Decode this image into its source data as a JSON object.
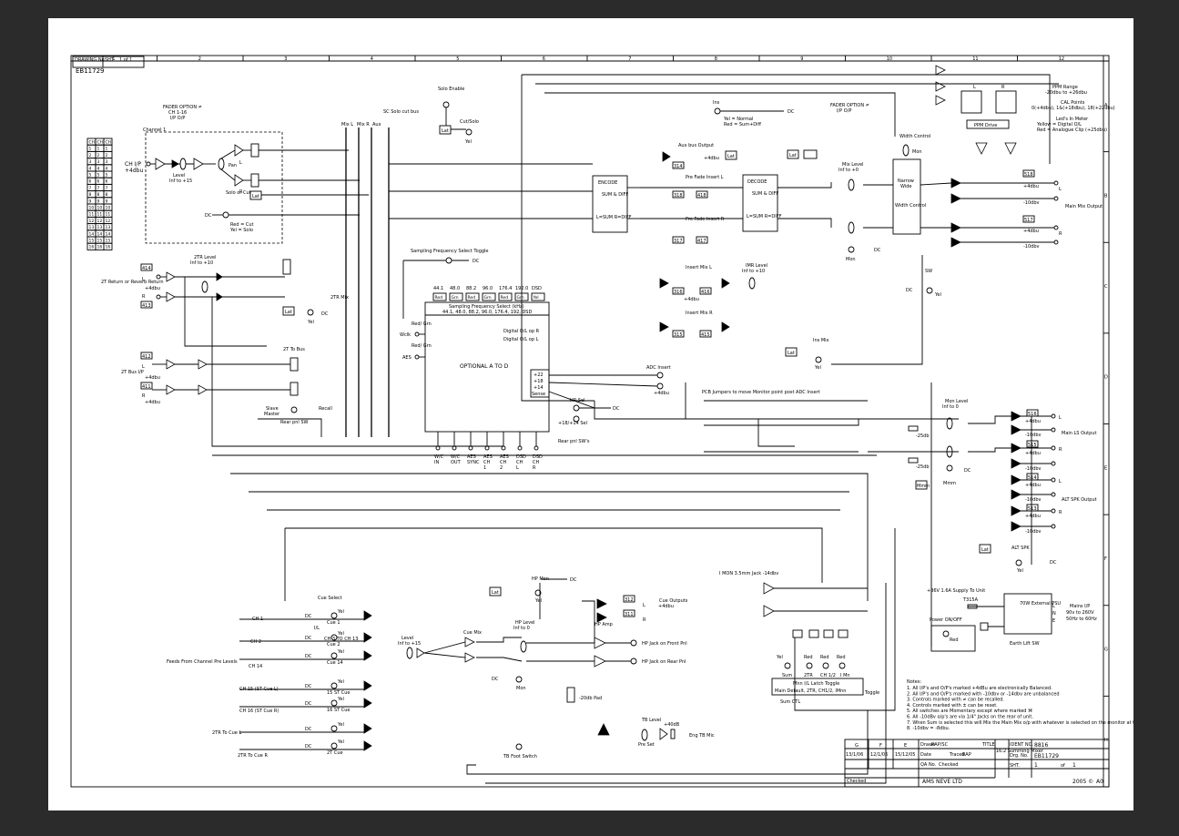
{
  "drawing": {
    "number_label": "DRAWING No.",
    "sheet_label": "SHT",
    "sheet_value": "1 of 1",
    "number": "EB11729"
  },
  "grid": {
    "columns": [
      "1",
      "2",
      "3",
      "4",
      "5",
      "6",
      "7",
      "8",
      "9",
      "10",
      "11",
      "12"
    ],
    "rows": [
      "A",
      "B",
      "C",
      "D",
      "E",
      "F",
      "G",
      "H"
    ]
  },
  "left": {
    "fader_option": "FADER OPTION ≠",
    "ch_range": "CH 1-16",
    "ip_op": "I/P O/P",
    "channel1": "Channel 1",
    "ch_ip": "CH I/P",
    "ch_ip_level": "+4dbu",
    "level_label": "Level",
    "level_range": "Inf to +15",
    "pan": "Pan",
    "l": "L",
    "r": "R",
    "solo_or_cut": "Solo or Cut",
    "dc": "DC",
    "lat": "Lat",
    "red_cut": "Red = Cut",
    "yel_solo": "Yel = Solo",
    "mix_bus_labels": [
      "Mix L",
      "Mix R",
      "Aux",
      "SC Solo cut bus"
    ],
    "solo_enable": "Solo Enable",
    "cut_solo": "Cut/Solo",
    "yel": "Yel",
    "ch_table": [
      [
        "CH",
        "CH",
        "CH"
      ],
      [
        "1",
        "1",
        "1"
      ],
      [
        "2",
        "2",
        "2"
      ],
      [
        "3",
        "3",
        "3"
      ],
      [
        "4",
        "4",
        "4"
      ],
      [
        "5",
        "5",
        "5"
      ],
      [
        "6",
        "6",
        "6"
      ],
      [
        "7",
        "7",
        "7"
      ],
      [
        "8",
        "8",
        "8"
      ],
      [
        "9",
        "9",
        "9"
      ],
      [
        "10",
        "10",
        "10"
      ],
      [
        "11",
        "11",
        "11"
      ],
      [
        "12",
        "12",
        "12"
      ],
      [
        "13",
        "13",
        "13"
      ],
      [
        "14",
        "14",
        "14"
      ],
      [
        "15",
        "15",
        "15"
      ],
      [
        "16",
        "16",
        "16"
      ]
    ]
  },
  "tr_return": {
    "title": "2T Return or Reverb Return",
    "conn_l": "414",
    "conn_r": "413",
    "l": "L",
    "r": "R",
    "level_plus4": "+4dbu",
    "tr_level": "2TR Level",
    "tr_range": "Inf to +10",
    "tr_mix": "2TR Mix",
    "lat": "Lat",
    "dc": "DC",
    "yel": "Yel"
  },
  "tr_bus": {
    "title": "2T Bus I/P",
    "conn_l": "412",
    "conn_r": "411",
    "l": "L",
    "r": "R",
    "plus4a": "+4dbu",
    "plus4b": "+4dbu",
    "to_bus": "2T To Bus",
    "slave": "Slave",
    "master": "Master",
    "recall": "Recall",
    "rear_sw": "Rear pnl SW"
  },
  "adc": {
    "toggle_title": "Sampling Frequency Select Toggle",
    "dc": "DC",
    "rates": [
      "44.1",
      "48.0",
      "88.2",
      "96.0",
      "176.4",
      "192.0",
      "DSD"
    ],
    "leds": [
      "Red",
      "Grn",
      "Red",
      "Grn",
      "Red",
      "Grn",
      "Yel"
    ],
    "select_title": "Sampling Frequency Select (kHz)",
    "select_values": "44.1, 48.0, 88.2, 96.0, 176.4, 192, DSD",
    "digital_r": "Digital O/L op R",
    "digital_l": "Digital O/L op L",
    "title": "OPTIONAL A TO D",
    "sense": [
      "+22",
      "+18",
      "+14",
      "Sense"
    ],
    "red_grn1": "Red/ Grn",
    "wclk": "Wclk",
    "red_grn2": "Red/ Grn",
    "aes": "AES",
    "hr_sel": "HR Sel",
    "sel_1814": "+18/+14 Sel",
    "rear_sws": "Rear pnl SW's",
    "bottom": [
      "W/C IN",
      "W/C OUT",
      "AES SYNC",
      "AES CH 1",
      "AES CH 2",
      "DSD CH L",
      "DSD CH R"
    ],
    "adc_insert": "ADC Insert",
    "adc_level": "+4dbu",
    "pcb_jumpers": "PCB Jumpers to move Monitor point post ADC Insert"
  },
  "mid": {
    "ins_dc": "Ins",
    "yel_normal": "Yel = Normal",
    "red_sum": "Red = Sum+Diff",
    "dc": "DC",
    "aux_output": "Aux bus Output",
    "aux_level": "+4dbu",
    "conn_aux": "314",
    "encode": "ENCODE",
    "sum_diff": "SUM & DIFF",
    "lsum": "L=SUM R=DIFF",
    "decode": "DECODE",
    "pre_fade_l": "Pre Fade Insert L",
    "pre_fade_r": "Pre Fade Insert R",
    "conn_318": "318",
    "conn_418": "418",
    "conn_317": "317",
    "conn_417": "417",
    "insert_mix_l": "Insert Mix L",
    "insert_mix_r": "Insert Mix R",
    "imr_level": "IMR Level",
    "imr_range": "Inf to +10",
    "conn_316": "316",
    "conn_416": "416",
    "conn_315": "315",
    "conn_415": "415",
    "ins_level": "+4dbu",
    "ins_mix": "Ins Mix",
    "lat": "Lat",
    "mix_level": "Mix Level",
    "mix_range": "Inf to +0",
    "mon": "Mon",
    "fader_option": "FADER OPTION ≠",
    "ip_op": "I/P O/P"
  },
  "right_top": {
    "ppm_range": "PPM Range",
    "ppm_range_val": "-20dbu to +26dbu",
    "cal_points": "CAL Points",
    "cal_val": "0(+4dbu), 1&(+18dbu), 18(+22dbu)",
    "leds_meter": "Led's In Meter",
    "yellow": "Yellow = Digital O/L",
    "red": "Red = Analogue Clip (+25dbu)",
    "ppm_drive": "PPM Drive",
    "width_control": "Width Control",
    "mon": "Mon",
    "narrow": "Narrow",
    "wide": "Wide",
    "width_ctl2": "Width Control",
    "main_mix": "Main Mix Output",
    "conn_518": "518",
    "conn_517": "517",
    "plus4l": "+4dbu",
    "minus10l": "-10dbv",
    "plus4r": "+4dbu",
    "minus10r": "-10dbv",
    "l": "L",
    "r": "R",
    "sw": "SW",
    "dc": "DC",
    "yel": "Yel"
  },
  "right_mid": {
    "mon_level": "Mon Level",
    "mon_range": "Inf to 0",
    "minus25a": "-25db",
    "minus25b": "-25db",
    "main_ls": "Main LS Output",
    "conn_516": "516",
    "conn_515": "515",
    "conn_514": "514",
    "conn_513": "513",
    "alt_spk": "ALT SPK Output",
    "plus4": "+4dbu",
    "minus10": "-10dbv",
    "mmm": "Mmm",
    "dc": "DC",
    "lat": "Lat",
    "alt_spk_sw": "ALT SPK",
    "yel": "Yel",
    "l": "L",
    "r": "R"
  },
  "cue": {
    "cue_select": "Cue Select",
    "ch1": "CH 1",
    "ch2": "CH 2",
    "ch14": "CH 14",
    "ch15": "CH 15 (ST Cue L)",
    "ch16": "CH 16 (ST Cue R)",
    "tr_cue_l": "2TR To Cue L",
    "tr_cue_r": "2TR To Cue R",
    "feeds": "Feeds From Channel Pre Levels",
    "cue1": "Cue 1",
    "cue2": "Cue 2",
    "cue14": "Cue 14",
    "st_cue15": "15 ST Cue",
    "st_cue16": "16 ST Cue",
    "tt_cue": "2T Cue",
    "ch3_to_ch13": "CH 3 TO CH 13",
    "il": "I/L",
    "yel": "Yel",
    "dc": "DC",
    "level": "Level",
    "level_range": "Inf to +15",
    "cue_mix": "Cue Mix",
    "cue_outputs": "Cue Outputs",
    "cue_level": "+4dbu",
    "conn_312": "312",
    "conn_311": "311",
    "l": "L",
    "r": "R"
  },
  "hp": {
    "hp_mon": "HP Mon",
    "dc": "DC",
    "yel": "Yel",
    "lat": "Lat",
    "hp_level": "HP Level",
    "hp_range": "Inf to 0",
    "hp_amp": "HP Amp",
    "jack_front": "HP Jack on Front Pnl",
    "jack_rear": "HP Jack on Rear Pnl",
    "mon": "Mon",
    "pad": "-20db Pad",
    "tb_foot": "TB Foot Switch",
    "tb_level": "TB Level",
    "tb_pre": "Pre Set",
    "tb_plus40": "+40dB",
    "eng_tb": "Eng TB Mic"
  },
  "mon_sel": {
    "mon_jack": "I MON 3.5mm Jack -14dbv",
    "yel": "Yel",
    "sum": "Sum",
    "red": "Red",
    "ttr": "2TR",
    "ch12": "CH 1/2",
    "imn": "I Mn",
    "latch": "Mnn I/L Latch Toggle",
    "default": "Main Default, 2TR, CH1/2, IMnn",
    "toggle": "Toggle",
    "sum_ctl": "Sum CTL"
  },
  "psu": {
    "supply": "+36V 1.6A Supply To Unit",
    "fuse": "T315A",
    "power": "Power ON/OFF",
    "red": "Red",
    "external": "70W External PSU",
    "mains": "Mains I/P",
    "mains_range": "90v to 260V",
    "mains_hz": "50Hz to 60Hz",
    "earth": "Earth Lift SW",
    "l": "L",
    "n": "N",
    "e": "E"
  },
  "notes": {
    "title": "Notes:",
    "items": [
      "1. All I/P's and O/P's marked +4dBu are electronically Balanced.",
      "2. All I/P's and O/P's marked with -10dbv or -14dbv are unbalanced",
      "3. Controls marked with ≠ can be recalled.",
      "4. Controls marked with ± can be reset.",
      "5. All switches are Momentary except where marked ⌘",
      "6. All -10dBv o/p's are via 1/4\" Jacks on the rear of unit.",
      "7. When Sum is selected this will Mix the Main Mix o/p with whatever is selected on the monitor at that time.",
      "8. -10dbv = -8dbu."
    ]
  },
  "title_block": {
    "rev_letters": [
      "G",
      "F",
      "E"
    ],
    "rev_dates": [
      "13/1/06",
      "12/1/06",
      "15/12/05"
    ],
    "drawn_label": "Drawn",
    "drawn": "RAP/SC",
    "date_label": "Date",
    "traced_label": "Traced",
    "traced": "RAP",
    "qa_label": "QA No.",
    "checked_label": "Checked",
    "title_label": "TITLE",
    "title": "16:2 Summing Mixer",
    "ident_label": "IDENT NO.",
    "ident": "8816",
    "drg_label": "Drg. No.",
    "drg": "EB11729",
    "sheet_label": "SHT.",
    "sheet": "1",
    "of_label": "of",
    "of": "1",
    "company": "AMS NEVE LTD",
    "copyright": "2005 ©",
    "size": "A0"
  }
}
